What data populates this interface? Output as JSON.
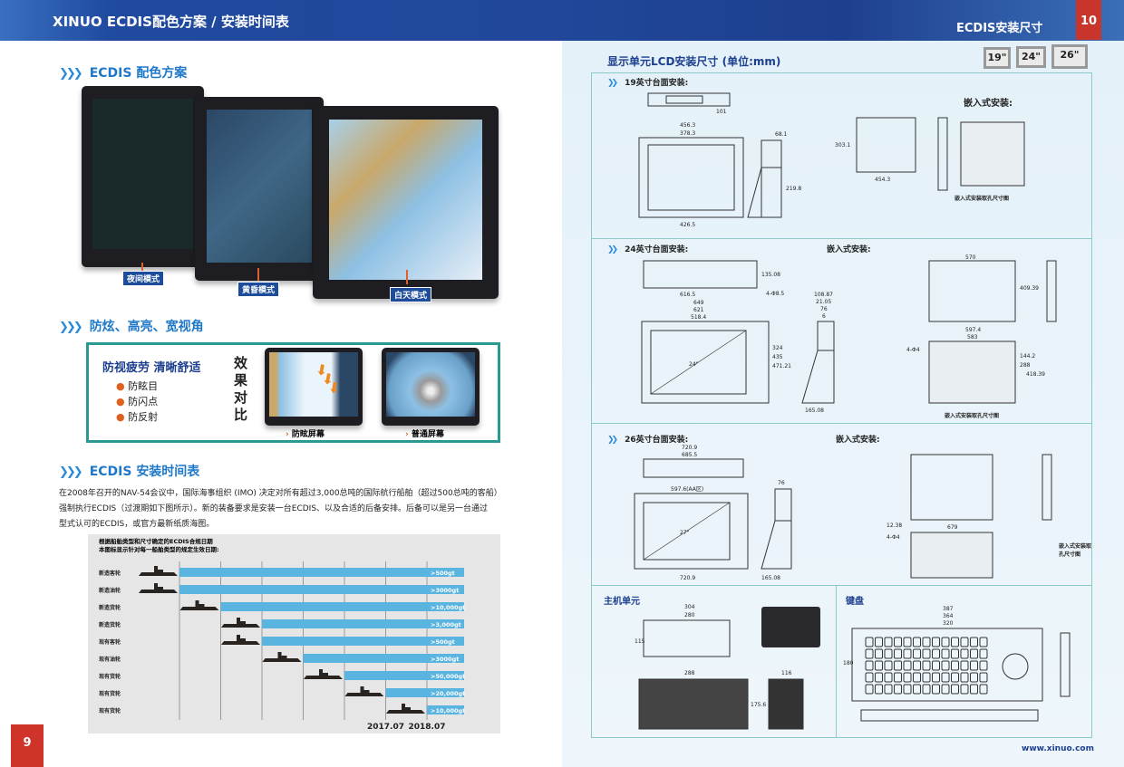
{
  "header": {
    "left_title": "XINUO ECDIS配色方案 / 安装时间表",
    "right_title": "ECDIS安装尺寸",
    "left_page": "9",
    "right_page": "10"
  },
  "left": {
    "color_section": {
      "heading": "ECDIS 配色方案",
      "modes": [
        "夜间模式",
        "黄昏模式",
        "白天模式"
      ]
    },
    "antiglare": {
      "heading": "防炫、高亮、宽视角",
      "box_title": "防视疲劳 清晰舒适",
      "bullets": [
        "防眩目",
        "防闪点",
        "防反射"
      ],
      "contrast": "效果对比",
      "captions": [
        "防眩屏幕",
        "普通屏幕"
      ]
    },
    "schedule": {
      "heading": "ECDIS 安装时间表",
      "paragraph": [
        "在2008年召开的NAV-54会议中，国际海事组织 (IMO) 决定对所有超过3,000总吨的国际航行船舶（超过500总吨的客船）",
        "强制执行ECDIS（过渡期如下图所示）。新的装备要求是安装一台ECDIS、以及合适的后备安排。后备可以是另一台通过",
        "型式认可的ECDIS，或官方最新纸质海图。"
      ]
    }
  },
  "chart_data": {
    "type": "bar",
    "title": [
      "根据船舶类型和尺寸确定的ECDIS合规日期",
      "本图标显示针对每一船舶类型的规定生效日期:"
    ],
    "categories": [
      "新造客轮",
      "新造油轮",
      "新造货轮",
      "新造货轮",
      "现有客轮",
      "现有油轮",
      "现有货轮",
      "现有货轮",
      "现有货轮"
    ],
    "start_step": [
      0,
      0,
      1,
      2,
      2,
      3,
      4,
      5,
      6
    ],
    "thresholds": [
      ">500gt",
      ">3000gt",
      ">10,000gt",
      ">3,000gt",
      ">500gt",
      ">3000gt",
      ">50,000gt",
      ">20,000gt",
      ">10,000gt"
    ],
    "x_tick_labels": [
      {
        "step": 5,
        "label": "2017.07"
      },
      {
        "step": 6,
        "label": "2018.07"
      }
    ],
    "bar_color": "#5ab4e0"
  },
  "right": {
    "title": "显示单元LCD安装尺寸 (单位:mm)",
    "size_buttons": [
      "19\"",
      "24\"",
      "26\""
    ],
    "s19": {
      "heading": "19英寸台面安装:",
      "embed": "嵌入式安装:",
      "cutout": "嵌入式安装取孔尺寸图",
      "dims": [
        "101",
        "456.3",
        "378.3",
        "426.5",
        "219.8",
        "68.1",
        "303.1",
        "454.3"
      ]
    },
    "s24": {
      "heading": "24英寸台面安装:",
      "embed": "嵌入式安装:",
      "cutout": "嵌入式安装取孔尺寸图",
      "screen": "24\"",
      "dims": [
        "616.5",
        "649",
        "621",
        "518.4",
        "135.08",
        "4-Φ8.5",
        "108.87",
        "21.05",
        "76",
        "6",
        "324",
        "435",
        "471.21",
        "165.08",
        "570",
        "409.39",
        "597.4",
        "583",
        "4-Φ4",
        "144.2",
        "288",
        "418.39"
      ]
    },
    "s26": {
      "heading": "26英寸台面安装:",
      "embed": "嵌入式安装:",
      "cutout": "嵌入式安装取孔尺寸图",
      "screen": "27\"",
      "dims": [
        "720.9",
        "685.5",
        "597.6(AA区)",
        "720.9",
        "165.08",
        "76",
        "679",
        "12.38",
        "4-Φ4"
      ]
    },
    "host": {
      "heading": "主机单元",
      "dims": [
        "304",
        "280",
        "115",
        "288",
        "116",
        "175.6"
      ]
    },
    "keyboard": {
      "heading": "键盘",
      "dims": [
        "387",
        "364",
        "320",
        "180"
      ]
    },
    "website": "www.xinuo.com"
  }
}
